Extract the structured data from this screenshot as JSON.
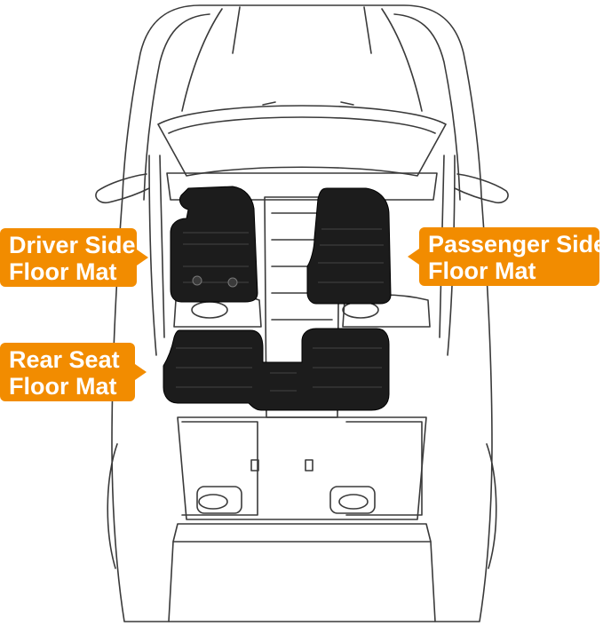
{
  "labels": {
    "driver": {
      "line1": "Driver Side",
      "line2": "Floor Mat"
    },
    "passenger": {
      "line1": "Passenger Side",
      "line2": "Floor Mat"
    },
    "rear": {
      "line1": "Rear Seat",
      "line2": "Floor Mat"
    }
  },
  "colors": {
    "accent": "#f28c00",
    "outline": "#3a3a3a",
    "mat": "#1c1c1c",
    "background": "#ffffff"
  }
}
